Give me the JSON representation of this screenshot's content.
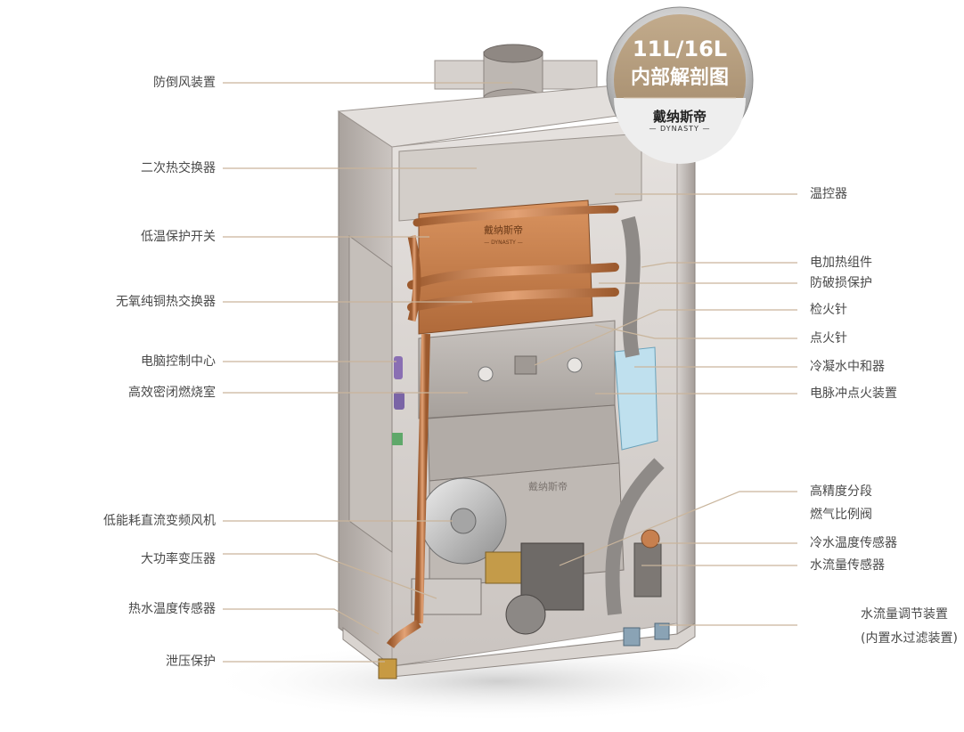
{
  "badge": {
    "title": "11L/16L",
    "subtitle": "内部解剖图",
    "brand": "戴纳斯帝",
    "brand_en": "— DYNASTY —"
  },
  "heater": {
    "brand_plate": "戴纳斯帝",
    "brand_plate_en": "— DYNASTY —"
  },
  "labels_left": [
    "防倒风装置",
    "二次热交换器",
    "低温保护开关",
    "无氧纯铜热交换器",
    "电脑控制中心",
    "高效密闭燃烧室",
    "低能耗直流变频风机",
    "大功率变压器",
    "热水温度传感器",
    "泄压保护"
  ],
  "labels_right": [
    "温控器",
    "电加热组件",
    "防破损保护",
    "检火针",
    "点火针",
    "冷凝水中和器",
    "电脉冲点火装置",
    "高精度分段",
    "燃气比例阀",
    "冷水温度传感器",
    "水流量传感器",
    "水流量调节装置",
    "(内置水过滤装置)"
  ],
  "colors": {
    "label_text": "#4a4a4a",
    "leader_line": "#c9b59c",
    "badge_gold": "#b39b7c",
    "copper": "#c7804f",
    "casing": "#cfcac6"
  }
}
